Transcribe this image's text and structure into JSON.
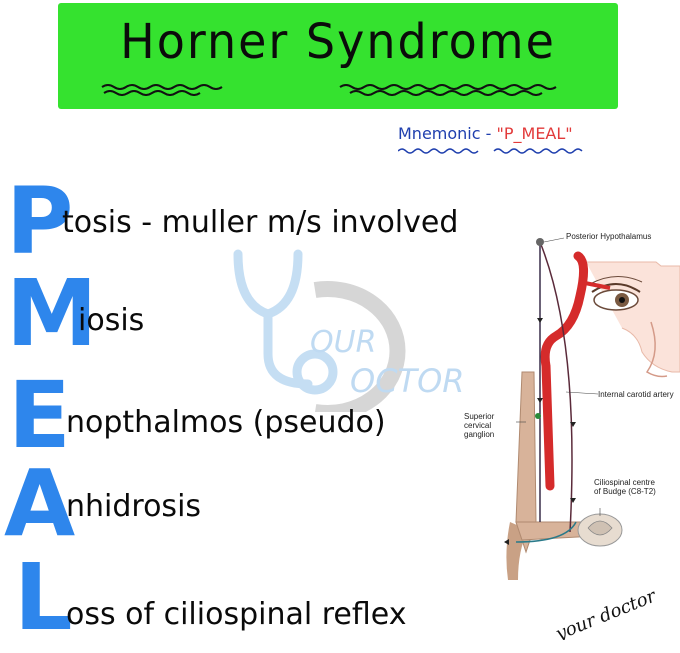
{
  "header": {
    "title": "Horner Syndrome"
  },
  "mnemonic": {
    "prefix": "Mnemonic - ",
    "quoted": "\"P_MEAL\""
  },
  "items": [
    {
      "letter": "P",
      "text": "tosis - muller m/s involved"
    },
    {
      "letter": "M",
      "text": "iosis"
    },
    {
      "letter": "E",
      "text": "nopthalmos (pseudo)"
    },
    {
      "letter": "A",
      "text": "nhidrosis"
    },
    {
      "letter": "L",
      "text": "oss of ciliospinal reflex"
    }
  ],
  "watermark": {
    "line1": "OUR",
    "line2": "OCTOR"
  },
  "diagram": {
    "labels": {
      "posterior_hypothalamus": "Posterior Hypothalamus",
      "internal_carotid": "Internal carotid artery",
      "superior_ganglion": [
        "Superior",
        "cervical",
        "ganglion"
      ],
      "ciliospinal_centre": [
        "Ciliospinal centre",
        "of Budge (C8-T2)"
      ]
    }
  },
  "signature": "your doctor",
  "colors": {
    "banner": "#35e22f",
    "letters": "#2e86ec",
    "mnemonic_blue": "#1f3fae",
    "mnemonic_red": "#e23a3a",
    "artery": "#d52b2b"
  }
}
